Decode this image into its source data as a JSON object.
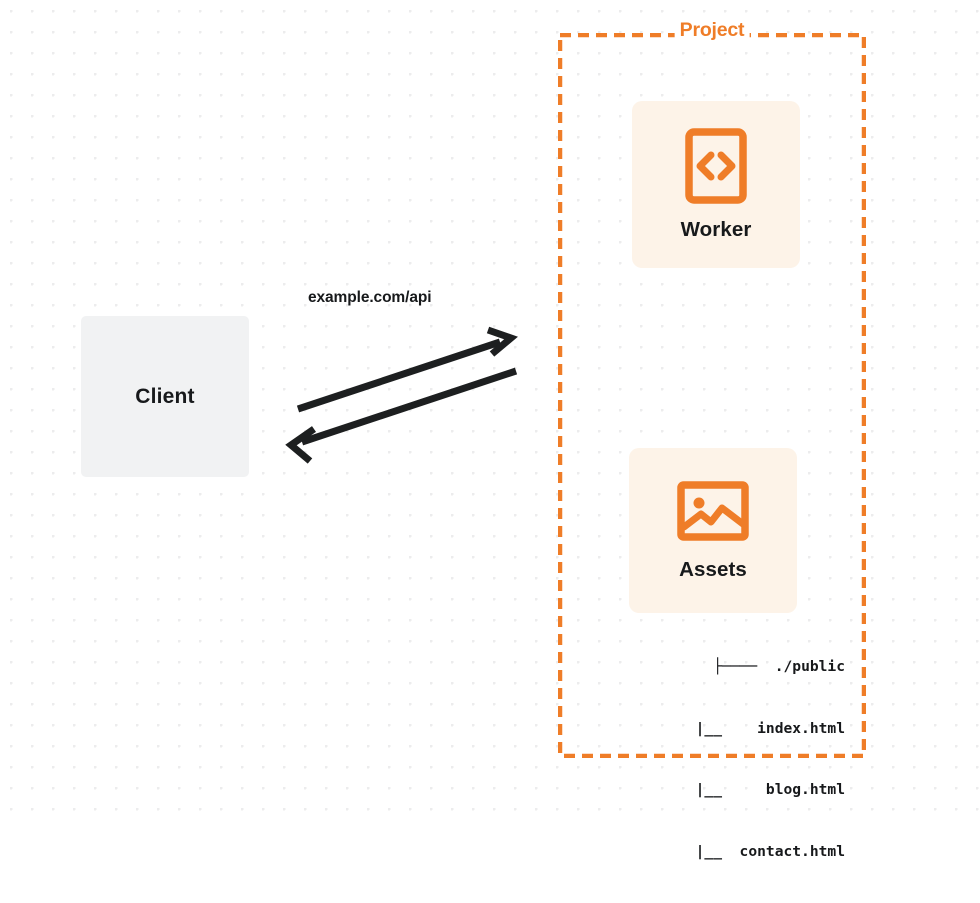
{
  "diagram": {
    "title": "Client to Project (Worker + Assets) request flow",
    "background": {
      "color": "#ffffff",
      "dot_color": "#ececed"
    },
    "client": {
      "label": "Client",
      "fill": "#f1f2f3",
      "text_color": "#17191b"
    },
    "connector": {
      "label": "example.com/api",
      "stroke": "#17191b",
      "outbound_name": "client-to-project-arrow",
      "inbound_name": "project-to-client-arrow"
    },
    "project": {
      "title": "Project",
      "accent": "#ef7d28",
      "border_style": "dashed",
      "cards": [
        {
          "label": "Worker",
          "icon": "code-brackets-icon",
          "fill": "#fdf3e8",
          "icon_color": "#ef7d28"
        },
        {
          "label": "Assets",
          "icon": "image-icon",
          "fill": "#fdf3e8",
          "icon_color": "#ef7d28"
        }
      ],
      "file_tree": {
        "rows": [
          "├────  ./public",
          "   |__    index.html",
          "   |__     blog.html",
          "   |__  contact.html"
        ]
      }
    }
  }
}
